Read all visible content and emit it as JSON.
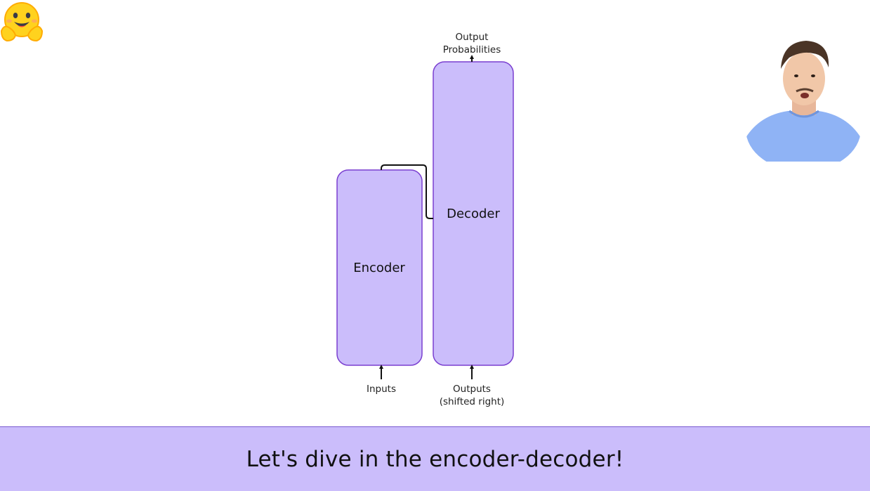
{
  "diagram": {
    "encoder_label": "Encoder",
    "decoder_label": "Decoder",
    "output_line1": "Output",
    "output_line2": "Probabilities",
    "inputs_label": "Inputs",
    "outputs_line1": "Outputs",
    "outputs_line2": "(shifted right)"
  },
  "caption": {
    "text": "Let's dive in the encoder-decoder!"
  },
  "colors": {
    "block_fill": "#cbbdfb",
    "block_stroke": "#7a3fd0",
    "caption_bg": "#cbbdfb"
  },
  "icons": {
    "logo": "hugging-face-emoji-icon",
    "presenter": "presenter-webcam"
  }
}
